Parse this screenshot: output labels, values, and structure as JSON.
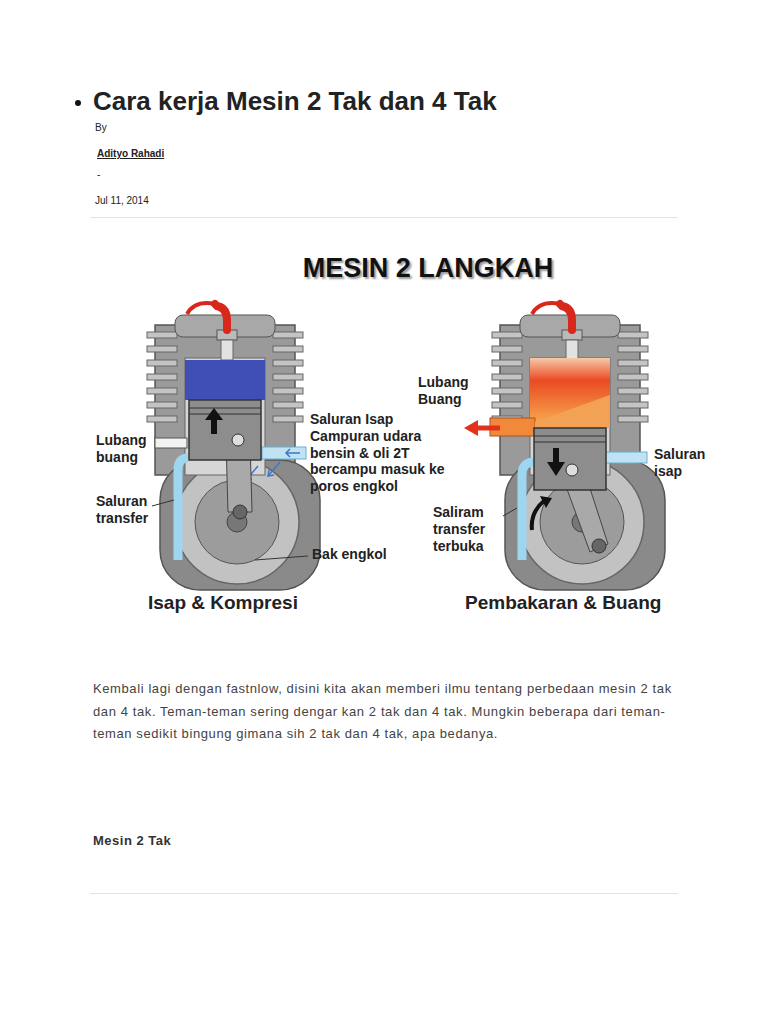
{
  "diagram": {
    "title": "Cara kerja Mesin 2 Tak dan 4 Tak",
    "labels": [
      "By",
      "Adityo Rahadi",
      "-",
      "Jul 11, 2014",
      "MESIN 2 LANGKAH",
      "Lubang buang",
      "Saluran transfer",
      "Saluran Isap Campuran udara bensin & oli 2T bercampu masuk ke poros engkol",
      "Bak engkol",
      "Isap & Kompresi",
      "Lubang Buang",
      "Saluran isap",
      "Saliram transfer terbuka",
      "Pembakaran & Buang",
      "Kembali lagi dengan fastnlow, disini kita akan memberi ilmu tentang perbedaan mesin 2 tak dan 4 tak. Teman-teman sering dengar kan 2 tak dan 4 tak. Mungkin beberapa dari teman-teman sedikit bingung gimana sih 2 tak dan 4 tak, apa bedanya.",
      "Mesin 2 Tak"
    ]
  }
}
